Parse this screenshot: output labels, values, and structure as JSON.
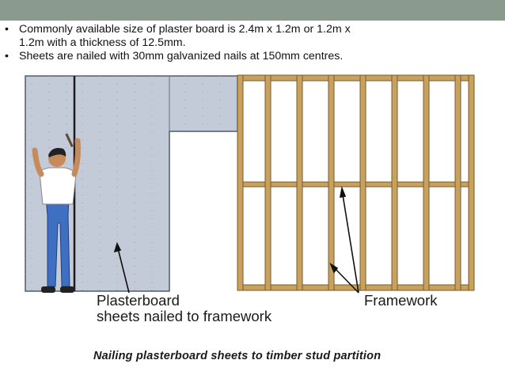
{
  "header_bar": {
    "color": "#8a9a8d"
  },
  "bullets": [
    {
      "marker": "•",
      "text": "Commonly available size of plaster board is 2.4m x 1.2m or 1.2m x",
      "continuation": "1.2m with a thickness of 12.5mm."
    },
    {
      "marker": "•",
      "text": "Sheets are nailed with 30mm galvanized nails at 150mm centres."
    }
  ],
  "figure": {
    "label_plasterboard_line1": "Plasterboard",
    "label_plasterboard_line2": "sheets nailed to framework",
    "label_framework": "Framework",
    "caption": "Nailing plasterboard sheets to timber stud partition",
    "colors": {
      "plasterboard": "#c3cad8",
      "timber": "#c8a15e",
      "timber_dark": "#7a5a28",
      "shirt": "#ffffff",
      "trousers": "#3f6fc0"
    }
  }
}
